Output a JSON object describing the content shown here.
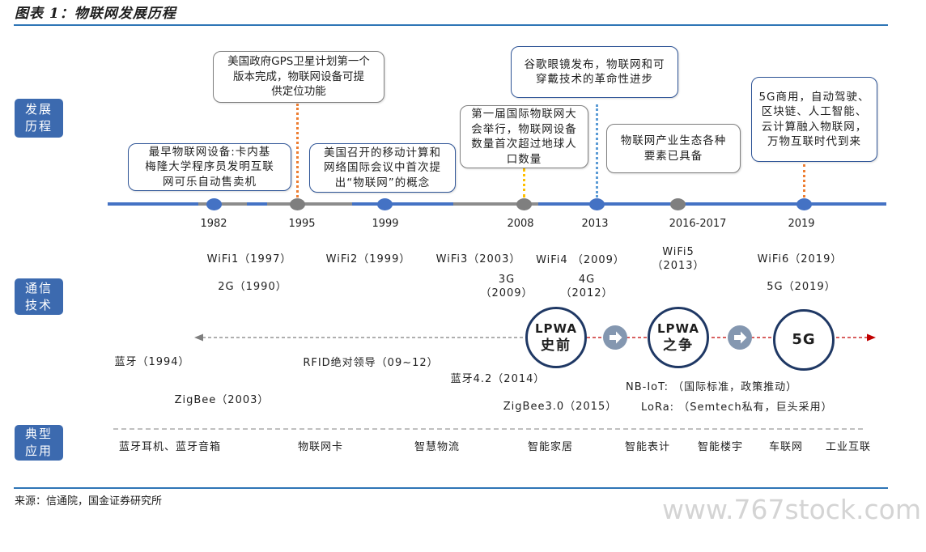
{
  "title": "图表 1：物联网发展历程",
  "row_labels": {
    "history": "发展\n历程",
    "communication": "通信\n技术",
    "applications": "典型\n应用"
  },
  "timeline": {
    "years": [
      "1982",
      "1995",
      "1999",
      "2008",
      "2013",
      "2016-2017",
      "2019"
    ]
  },
  "events": [
    {
      "text": "最早物联网设备:卡内基\n梅隆大学程序员发明互联\n网可乐自动售卖机"
    },
    {
      "text": "美国政府GPS卫星计划第一个\n版本完成，物联网设备可提\n供定位功能"
    },
    {
      "text": "美国召开的移动计算和\n网络国际会议中首次提\n出“物联网”的概念"
    },
    {
      "text": "第一届国际物联网大\n会举行，物联网设备\n数量首次超过地球人\n口数量"
    },
    {
      "text": "谷歌眼镜发布，物联网和可\n穿戴技术的革命性进步"
    },
    {
      "text": "物联网产业生态各种\n要素已具备"
    },
    {
      "text": "5G商用，自动驾驶、\n区块链、人工智能、\n云计算融入物联网，\n万物互联时代到来"
    }
  ],
  "communication": {
    "wifi": [
      "WiFi1（1997）",
      "WiFi2（1999）",
      "WiFi3（2003）",
      "WiFi4 （2009）",
      "WiFi5\n（2013）",
      "WiFi6（2019）"
    ],
    "cellular": [
      "2G（1990）",
      "3G\n（2009）",
      "4G\n（2012）",
      "5G（2019）"
    ],
    "stages": [
      {
        "name": "LPWA",
        "phase": "史前"
      },
      {
        "name": "LPWA",
        "phase": "之争"
      },
      {
        "name": "5G"
      }
    ],
    "other_tech": [
      "蓝牙（1994）",
      "RFID绝对领导（09~12）",
      "蓝牙4.2（2014）",
      "ZigBee（2003）",
      "ZigBee3.0（2015）"
    ],
    "lpwa_tech": [
      "NB-IoT: （国际标准，政策推动）",
      "LoRa: （Semtech私有，巨头采用）"
    ]
  },
  "applications": [
    "蓝牙耳机、蓝牙音箱",
    "物联网卡",
    "智慧物流",
    "智能家居",
    "智能表计",
    "智能楼宇",
    "车联网",
    "工业互联"
  ],
  "source": "来源：信通院，国金证券研究所",
  "watermark": "www.767stock.com",
  "icons": {
    "stage_transition": "arrow-right-icon"
  },
  "colors": {
    "accent_blue": "#2E75B6",
    "label_blue": "#3C6AAF",
    "timeline_blue": "#4472C4",
    "timeline_gray": "#7F7F7F",
    "event_blue": "#2F5597",
    "stage_border": "#1F3864",
    "arrow_gray": "#8497B0",
    "lpwa_red": "#C00000",
    "connector_orange": "#ED7D31",
    "connector_gold": "#FFC000",
    "connector_blue": "#5B9BD5"
  }
}
